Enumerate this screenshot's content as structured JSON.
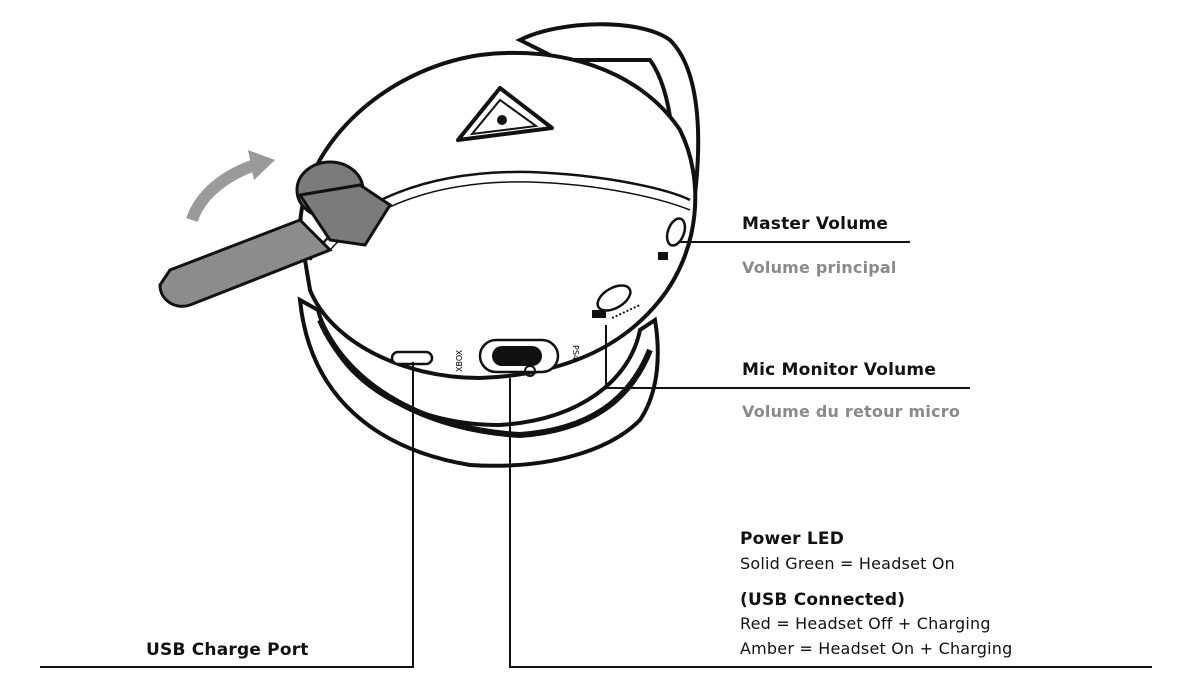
{
  "callouts": {
    "master_volume": {
      "title": "Master Volume",
      "subtitle": "Volume principal"
    },
    "mic_monitor": {
      "title": "Mic Monitor Volume",
      "subtitle": "Volume du retour micro"
    },
    "power_led": {
      "title": "Power LED",
      "line1": "Solid Green = Headset On",
      "usb_title": "(USB Connected)",
      "line2": "Red = Headset Off + Charging",
      "line3": "Amber = Headset On + Charging"
    },
    "usb_port": {
      "title": "USB Charge Port"
    }
  },
  "device_marks": {
    "left_mode": "XBOX",
    "right_mode": "PS4"
  },
  "colors": {
    "line": "#111111",
    "subtitle": "#8a8a8a",
    "arrow": "#9a9a9a",
    "mic_boom": "#8c8c8c",
    "body_fill": "#ffffff"
  },
  "icons": [
    "rotate-arrow-icon",
    "brand-triangle-logo",
    "power-icon"
  ]
}
